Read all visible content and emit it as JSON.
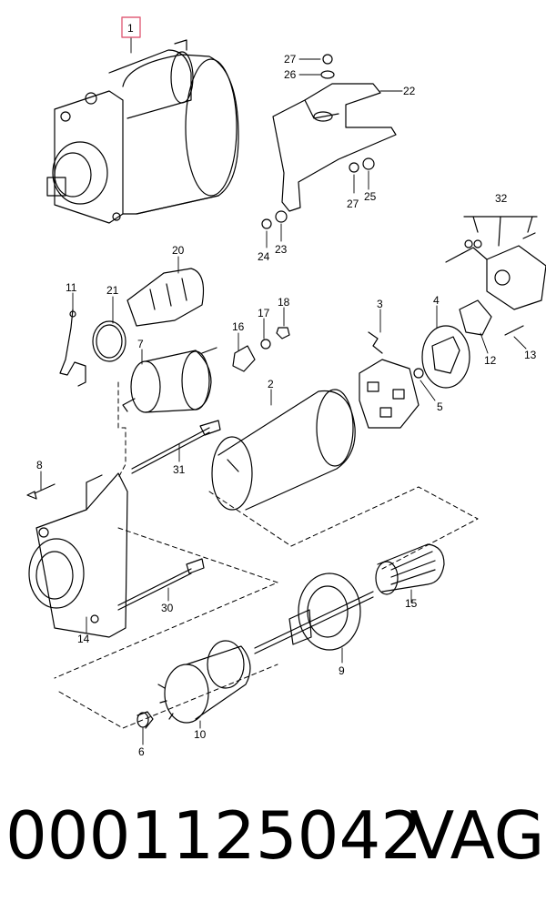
{
  "diagram": {
    "highlight_color": "#e0607a",
    "line_color": "#000000",
    "callouts": {
      "c1": "1",
      "c2": "2",
      "c3": "3",
      "c4": "4",
      "c5": "5",
      "c6": "6",
      "c7": "7",
      "c8": "8",
      "c9": "9",
      "c10": "10",
      "c11": "11",
      "c12": "12",
      "c13": "13",
      "c14": "14",
      "c15": "15",
      "c16": "16",
      "c17": "17",
      "c18": "18",
      "c20": "20",
      "c21": "21",
      "c22": "22",
      "c23": "23",
      "c24": "24",
      "c25": "25",
      "c26": "26",
      "c27a": "27",
      "c27b": "27",
      "c30": "30",
      "c31": "31",
      "c32": "32"
    }
  },
  "footer": {
    "part_number": "0001125042",
    "brand": "VAG"
  }
}
